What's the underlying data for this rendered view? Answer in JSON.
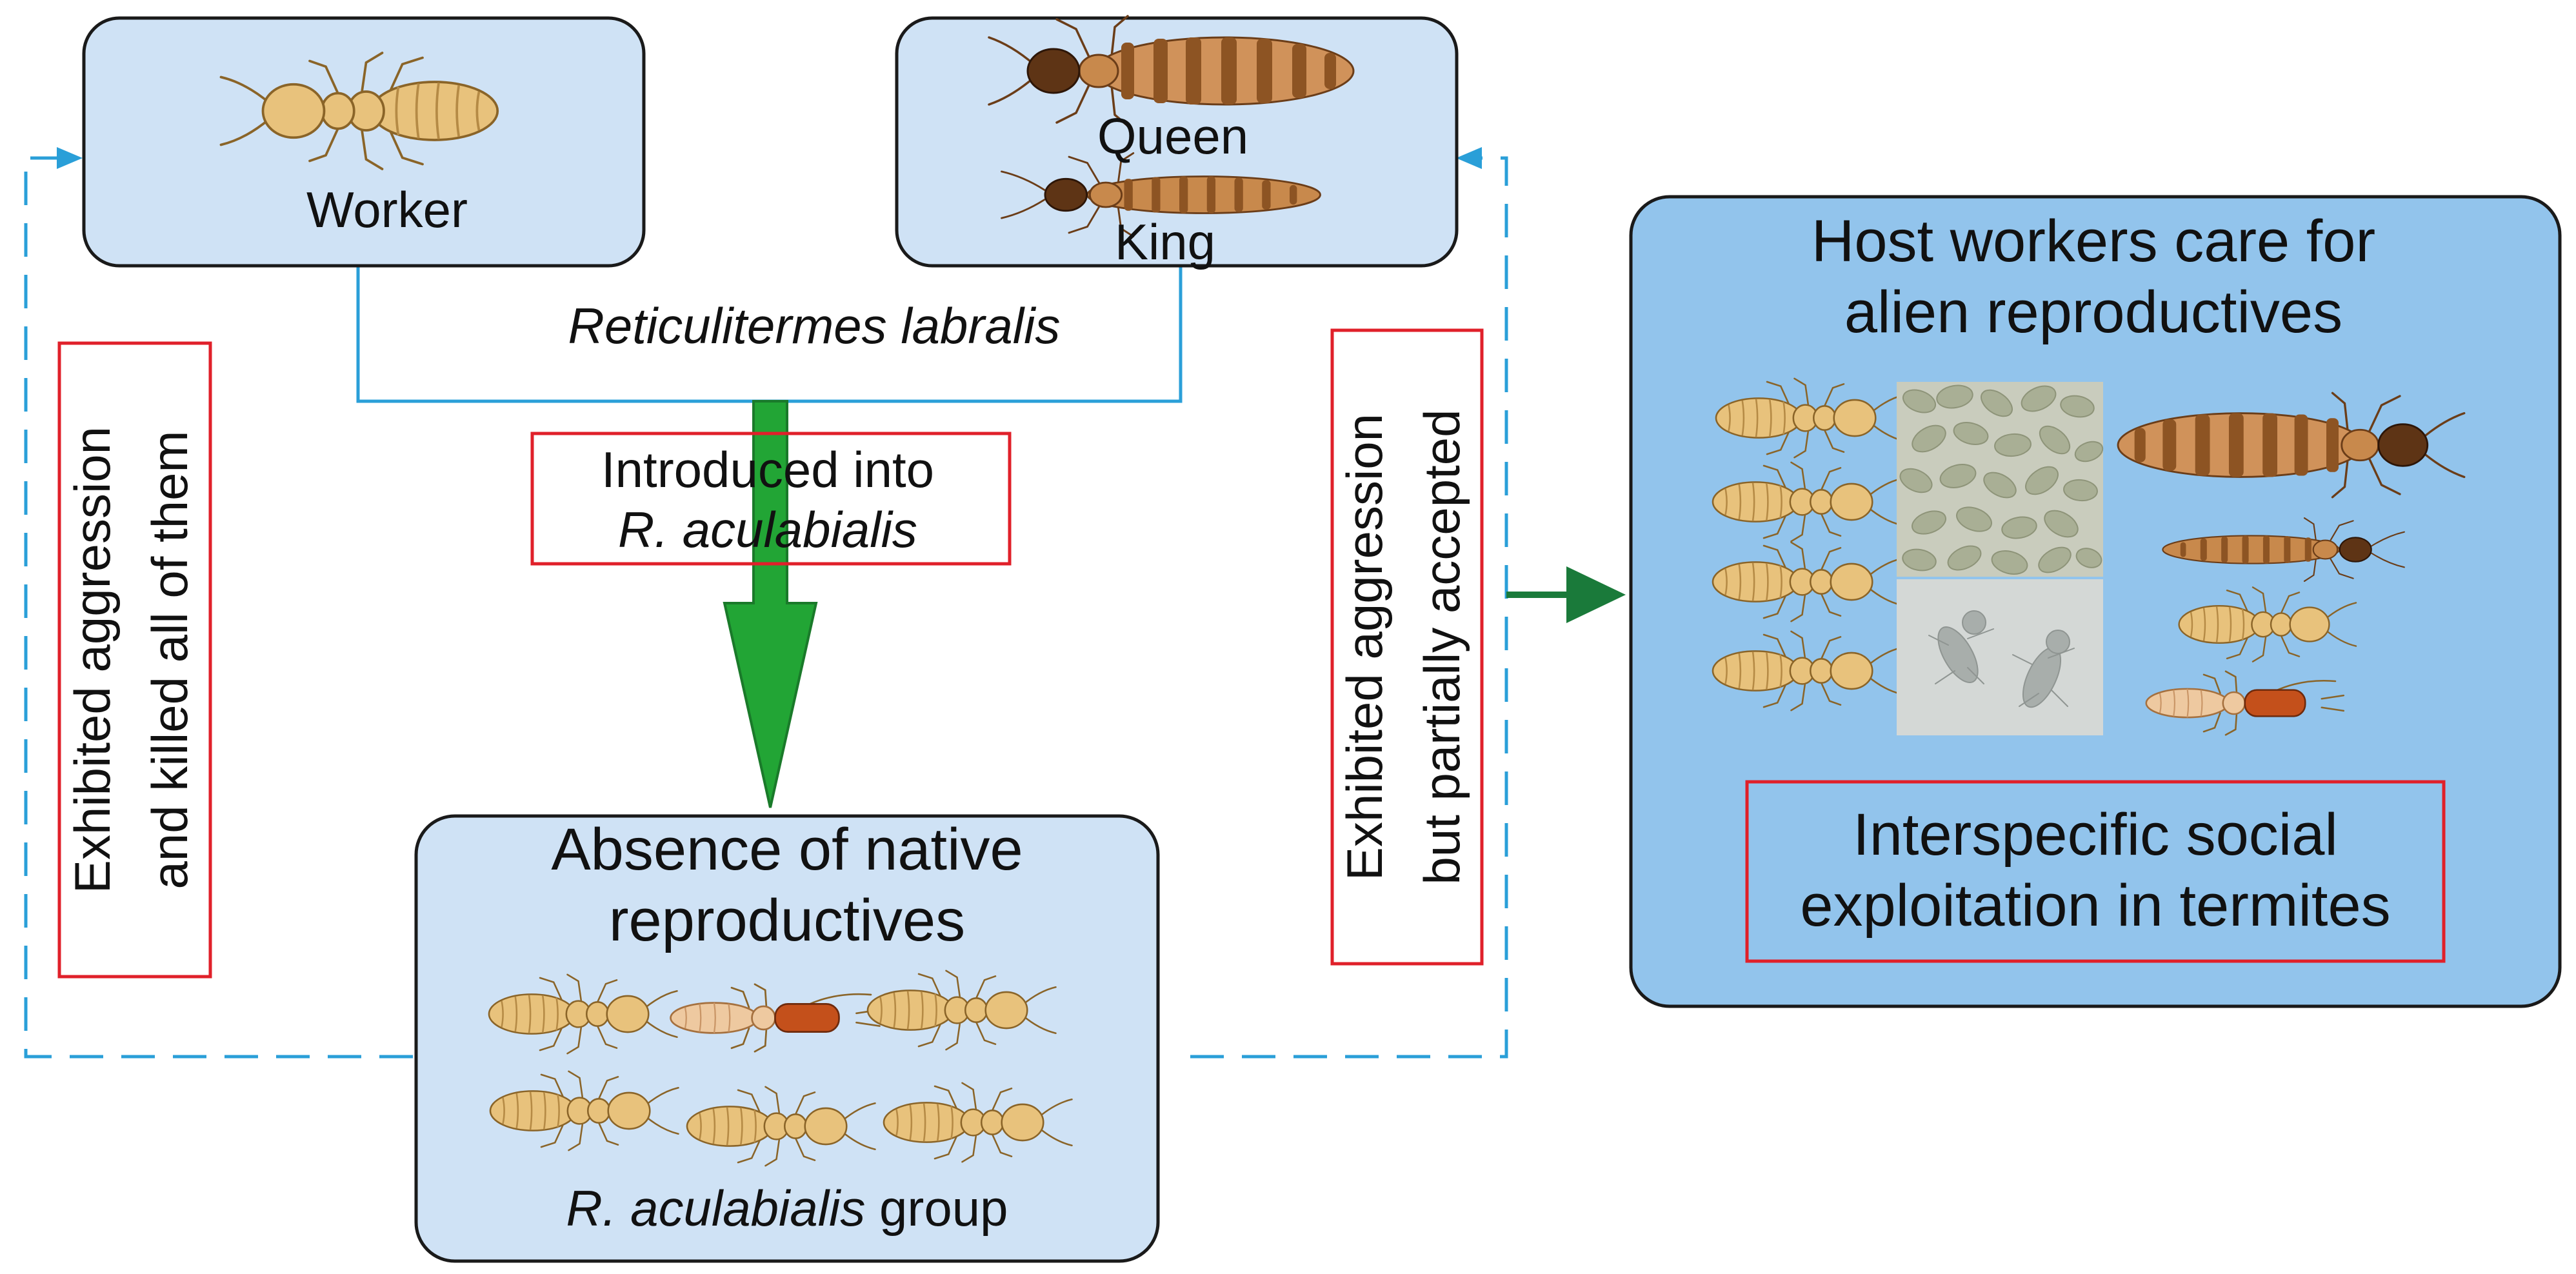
{
  "colors": {
    "box_fill": "#cfe2f5",
    "box_stroke": "#1a1a1a",
    "host_box_fill": "#92c4ec",
    "red_frame": "#e0202a",
    "dashed_line": "#2a9fd8",
    "solid_line": "#2a9fd8",
    "big_arrow": "#22a535",
    "side_arrow": "#1a7a3a",
    "worker_body": "#e8c27c",
    "worker_outline": "#8a6428",
    "queen_body": "#c8894c",
    "queen_stripe": "#8d5423",
    "head_dark": "#5e3415",
    "soldier_head": "#c4501b",
    "egg_panel": "#c9ccbd",
    "egg": "#a9af95",
    "larva_panel": "#d4d8d6",
    "larva": "#a8aeab"
  },
  "top_boxes": {
    "worker_label": "Worker",
    "queen_label": "Queen",
    "king_label": "King",
    "species_label": "Reticulitermes labralis"
  },
  "intro_box": {
    "line1": "Introduced into",
    "line2": "R. aculabialis"
  },
  "left_note": {
    "line1": "Exhibited aggression",
    "line2": "and killed all of them"
  },
  "right_note": {
    "line1": "Exhibited aggression",
    "line2": "but partially accepted"
  },
  "absence_box": {
    "title_line1": "Absence of native",
    "title_line2": "reproductives",
    "group_italic": "R. aculabialis",
    "group_suffix": " group"
  },
  "host_box": {
    "title_line1": "Host workers care for",
    "title_line2": "alien reproductives",
    "conclusion_line1": "Interspecific social",
    "conclusion_line2": "exploitation in termites"
  },
  "icons": {
    "worker": "termite-worker-icon",
    "queen": "termite-queen-icon",
    "king": "termite-king-icon",
    "soldier": "termite-soldier-icon",
    "eggs": "termite-eggs-photo",
    "larvae": "termite-larvae-photo"
  }
}
